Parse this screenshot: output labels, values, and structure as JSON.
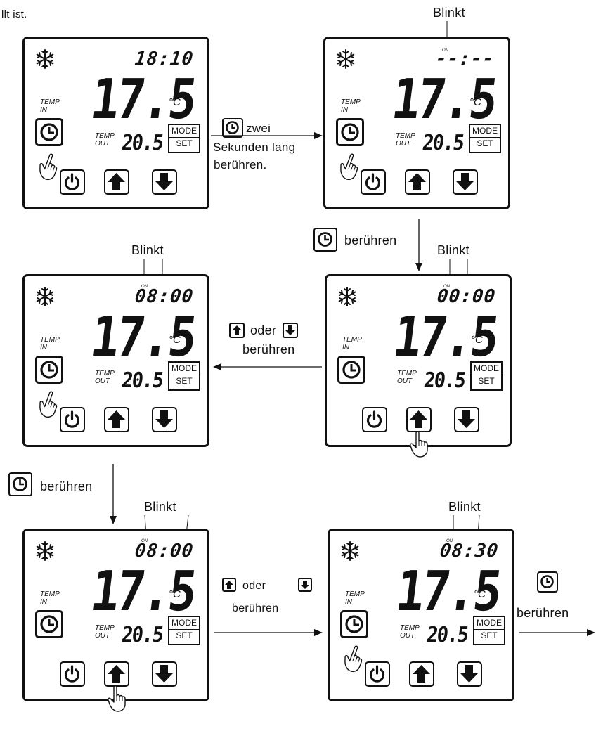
{
  "header_fragment": "llt ist.",
  "panels": [
    {
      "clock": "18:10",
      "show_on": false,
      "big_temp": "17.5",
      "deg": "°C",
      "temp_in": "TEMP\nIN",
      "temp_out_label": "TEMP\nOUT",
      "out_temp": "20.5",
      "mode": "MODE",
      "set": "SET"
    },
    {
      "clock": "--:--",
      "show_on": true,
      "big_temp": "17.5",
      "deg": "°C",
      "temp_in": "TEMP\nIN",
      "temp_out_label": "TEMP\nOUT",
      "out_temp": "20.5",
      "mode": "MODE",
      "set": "SET"
    },
    {
      "clock": "08:00",
      "show_on": true,
      "big_temp": "17.5",
      "deg": "°C",
      "temp_in": "TEMP\nIN",
      "temp_out_label": "TEMP\nOUT",
      "out_temp": "20.5",
      "mode": "MODE",
      "set": "SET"
    },
    {
      "clock": "00:00",
      "show_on": true,
      "big_temp": "17.5",
      "deg": "°C",
      "temp_in": "TEMP\nIN",
      "temp_out_label": "TEMP\nOUT",
      "out_temp": "20.5",
      "mode": "MODE",
      "set": "SET"
    },
    {
      "clock": "08:00",
      "show_on": true,
      "big_temp": "17.5",
      "deg": "°C",
      "temp_in": "TEMP\nIN",
      "temp_out_label": "TEMP\nOUT",
      "out_temp": "20.5",
      "mode": "MODE",
      "set": "SET"
    },
    {
      "clock": "08:30",
      "show_on": true,
      "big_temp": "17.5",
      "deg": "°C",
      "temp_in": "TEMP\nIN",
      "temp_out_label": "TEMP\nOUT",
      "out_temp": "20.5",
      "mode": "MODE",
      "set": "SET"
    }
  ],
  "on_label": "ON",
  "blinkt": "Blinkt",
  "step1": {
    "line1": "zwei",
    "line2": "Sekunden lang",
    "line3": "berühren."
  },
  "step2": {
    "text": "berühren"
  },
  "step3": {
    "oder": "oder",
    "line2": "berühren"
  },
  "step4": {
    "text": "berühren"
  },
  "step5": {
    "oder": "oder",
    "line2": "berühren"
  },
  "step6": {
    "text": "berühren"
  },
  "icons": [
    "snowflake-icon",
    "clock-icon",
    "power-icon",
    "arrow-up-icon",
    "arrow-down-icon",
    "hand-pointer-icon"
  ]
}
